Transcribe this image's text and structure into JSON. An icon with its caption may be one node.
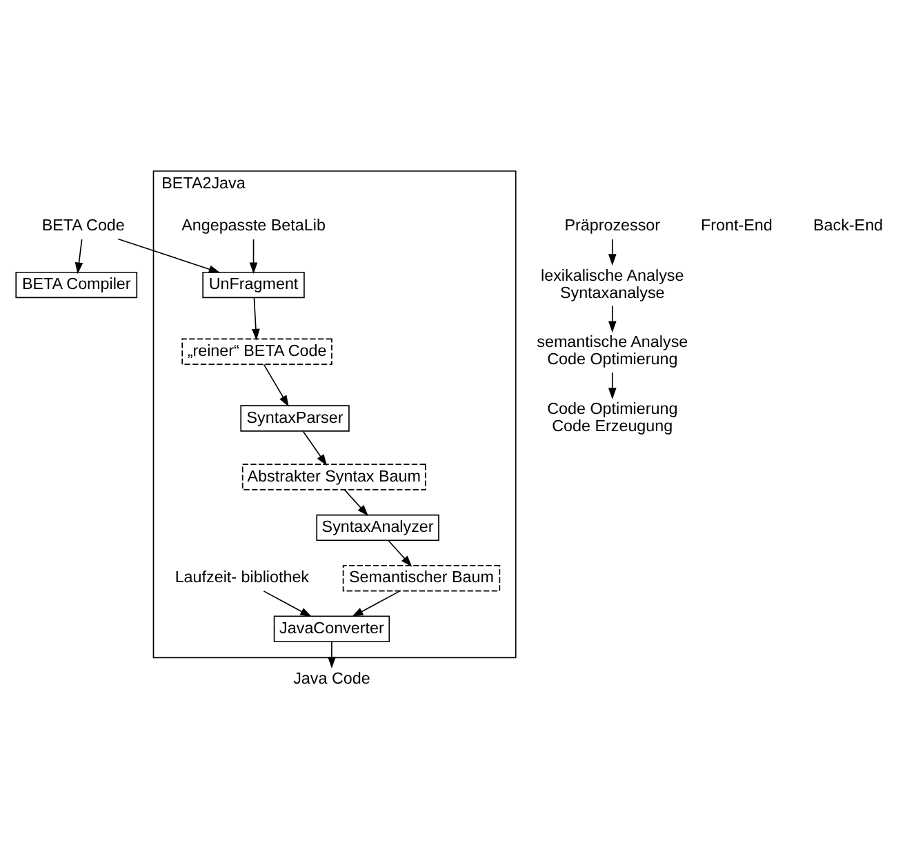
{
  "diagram": {
    "nodes": [
      {
        "text": [
          "BETA Code"
        ]
      },
      {
        "text": [
          "BETA Compiler"
        ]
      },
      {
        "text": [
          "BETA2Java"
        ]
      },
      {
        "text": [
          "Angepasste BetaLib"
        ],
        "in": 2
      },
      {
        "text": [
          "UnFragment"
        ],
        "in": 2
      },
      {
        "text": [
          "„reiner“ BETA Code"
        ],
        "in": 2
      },
      {
        "text": [
          "SyntaxParser"
        ],
        "in": 2
      },
      {
        "text": [
          "Abstrakter Syntax Baum"
        ],
        "in": 2
      },
      {
        "text": [
          "SyntaxAnalyzer"
        ],
        "in": 2
      },
      {
        "text": [
          "Semantischer Baum"
        ],
        "in": 2
      },
      {
        "text": [
          "Laufzeit- bibliothek"
        ],
        "in": 2
      },
      {
        "text": [
          "JavaConverter"
        ],
        "in": 2
      },
      {
        "text": [
          "Java Code"
        ]
      },
      {
        "text": [
          "Präprozessor"
        ]
      },
      {
        "text": [
          "lexikalische Analyse",
          "Syntaxanalyse"
        ]
      },
      {
        "text": [
          "semantische Analyse",
          "Code Optimierung"
        ]
      },
      {
        "text": [
          "Code Optimierung",
          "Code Erzeugung"
        ]
      }
    ],
    "edges": [
      {
        "from": 0,
        "to": 1,
        "arrow": "to"
      },
      {
        "from": 0,
        "to": 4,
        "arrow": "to"
      },
      {
        "from": 3,
        "to": 4,
        "arrow": "to"
      },
      {
        "from": 4,
        "to": 5,
        "arrow": "to"
      },
      {
        "from": 5,
        "to": 6,
        "arrow": "to"
      },
      {
        "from": 6,
        "to": 7,
        "arrow": "to"
      },
      {
        "from": 7,
        "to": 8,
        "arrow": "to"
      },
      {
        "from": 8,
        "to": 9,
        "arrow": "to"
      },
      {
        "from": 9,
        "to": 11,
        "arrow": "to"
      },
      {
        "from": 10,
        "to": 11,
        "arrow": "to"
      },
      {
        "from": 11,
        "to": 12,
        "arrow": "to"
      },
      {
        "from": 13,
        "to": 14,
        "arrow": "to"
      },
      {
        "from": 14,
        "to": 15,
        "arrow": "to"
      },
      {
        "from": 15,
        "to": 16,
        "arrow": "to"
      }
    ],
    "labels": [
      "Front-End",
      "Back-End"
    ]
  }
}
